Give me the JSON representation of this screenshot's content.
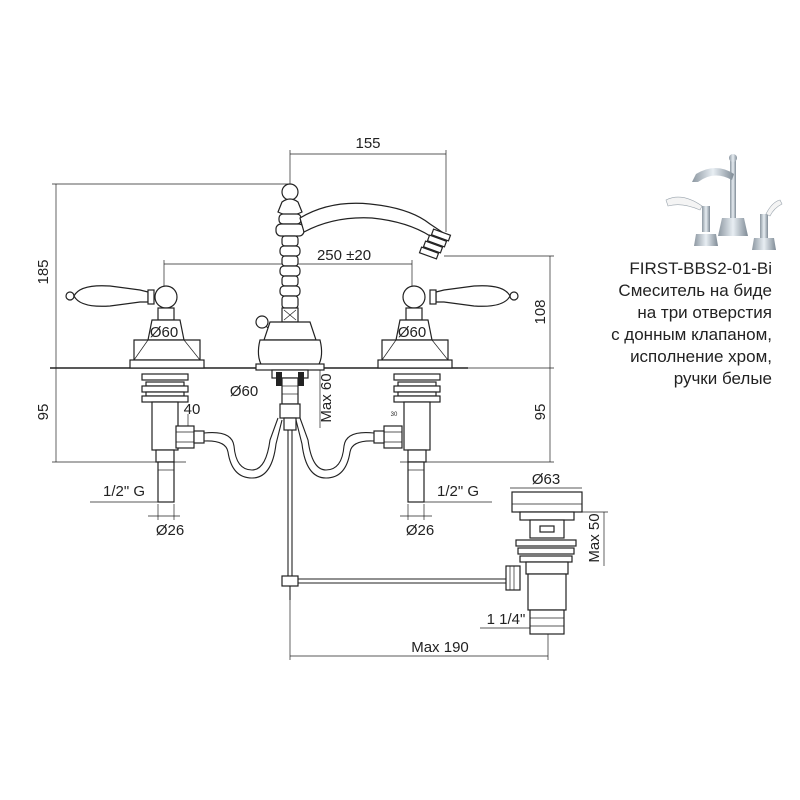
{
  "product": {
    "model": "FIRST-BBS2-01-Bi",
    "description_lines": [
      "Смеситель на биде",
      "на три отверстия",
      "с донным клапаном,",
      "исполнение хром,",
      "ручки белые"
    ]
  },
  "dimensions": {
    "top_width": "155",
    "total_height": "185",
    "spread": "250 ±20",
    "right_height": "108",
    "left_base_diam": "Ø60",
    "right_base_diam": "Ø60",
    "center_base_diam": "Ø60",
    "max_depth": "Max 60",
    "left_depth": "95",
    "right_depth": "95",
    "pipe_offset": "40",
    "left_thread": "1/2\" G",
    "right_thread": "1/2\" G",
    "left_pipe_diam": "Ø26",
    "right_pipe_diam": "Ø26",
    "drain_diam": "Ø63",
    "drain_height": "Max 50",
    "drain_thread": "1 1/4\"",
    "rod_length": "Max 190",
    "small_mark": "30"
  },
  "colors": {
    "line": "#222222",
    "chrome": "#b9c3cc",
    "handle": "#f4f4f4"
  }
}
